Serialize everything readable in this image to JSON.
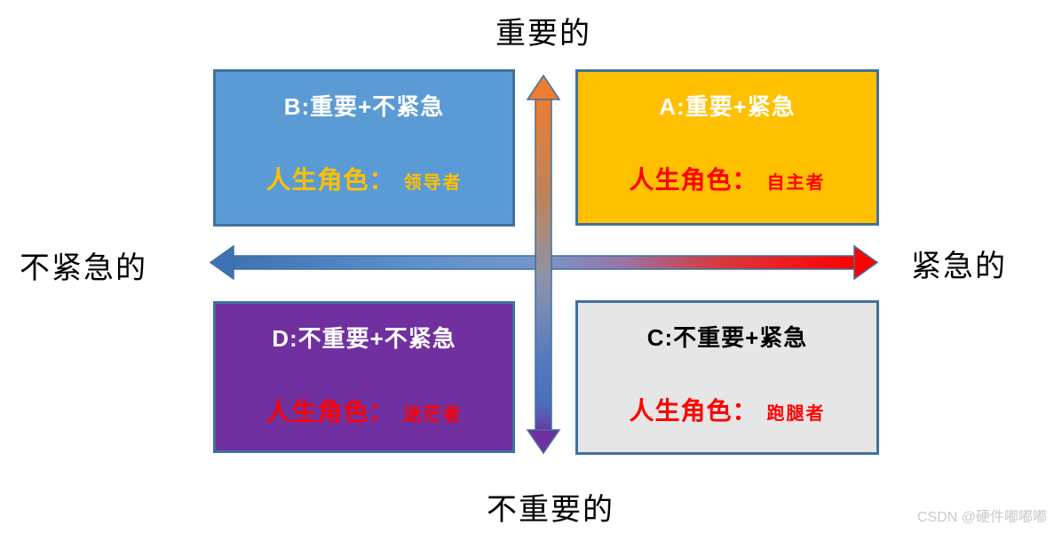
{
  "diagram": {
    "title_concept": "importance-urgency quadrant matrix",
    "axis_labels": {
      "top": "重要的",
      "bottom": "不重要的",
      "left": "不紧急的",
      "right": "紧急的"
    },
    "quadrants": {
      "b": {
        "title": "B:重要+不紧急",
        "role_label": "人生角色：",
        "role": "领导者",
        "bg": "#5B9BD5",
        "title_color": "#FFFFFF",
        "role_color": "#FFC000"
      },
      "a": {
        "title": "A:重要+紧急",
        "role_label": "人生角色：",
        "role": "自主者",
        "bg": "#FFC000",
        "title_color": "#FFFFFF",
        "role_color": "#FF0000"
      },
      "d": {
        "title": "D:不重要+不紧急",
        "role_label": "人生角色：",
        "role": "迷茫者",
        "bg": "#7030A0",
        "title_color": "#FFFFFF",
        "role_color": "#FF0000"
      },
      "c": {
        "title": "C:不重要+紧急",
        "role_label": "人生角色：",
        "role": "跑腿者",
        "bg": "#E6E6E6",
        "title_color": "#000000",
        "role_color": "#FF0000"
      }
    },
    "arrows": {
      "horizontal": {
        "left_color": "#3E72B4",
        "right_color": "#FF0000",
        "border": "#41719C"
      },
      "vertical": {
        "top_color": "#ED7D31",
        "bottom_color": "#7030A0",
        "border": "#41719C"
      }
    },
    "border_color": "#41719C",
    "watermark": "CSDN @硬件嘟嘟嘟"
  }
}
